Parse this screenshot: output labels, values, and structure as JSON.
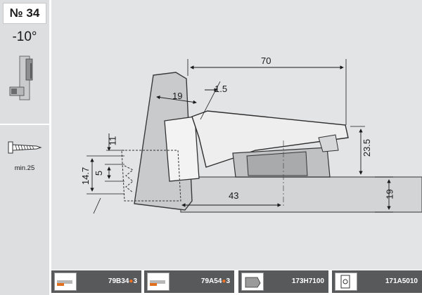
{
  "sheet": {
    "number": "№ 34",
    "angle": "-10°",
    "screw_label": "min.25"
  },
  "dimensions": {
    "d70": "70",
    "d1_5": "1.5",
    "d19_top": "19",
    "d23_5": "23.5",
    "d11": "11",
    "d14_7": "14.7",
    "d5": "5",
    "d43": "43",
    "d19_right": "19"
  },
  "parts": [
    {
      "code_pre": "79B34",
      "code_acc": "●",
      "code_post": "3"
    },
    {
      "code_pre": "79A54",
      "code_acc": "●",
      "code_post": "3"
    },
    {
      "code_pre": "173H7100",
      "code_acc": "",
      "code_post": ""
    },
    {
      "code_pre": "171A5010",
      "code_acc": "",
      "code_post": ""
    }
  ],
  "colors": {
    "sidebar_bg": "#dcdee0",
    "main_bg": "#e3e4e6",
    "part_bar": "#58595b",
    "accent": "#f07020"
  },
  "icons": [
    "hinge-side-view-icon",
    "screw-icon",
    "hinge-arm-icon",
    "mounting-plate-icon",
    "plate-icon",
    "adapter-icon"
  ]
}
